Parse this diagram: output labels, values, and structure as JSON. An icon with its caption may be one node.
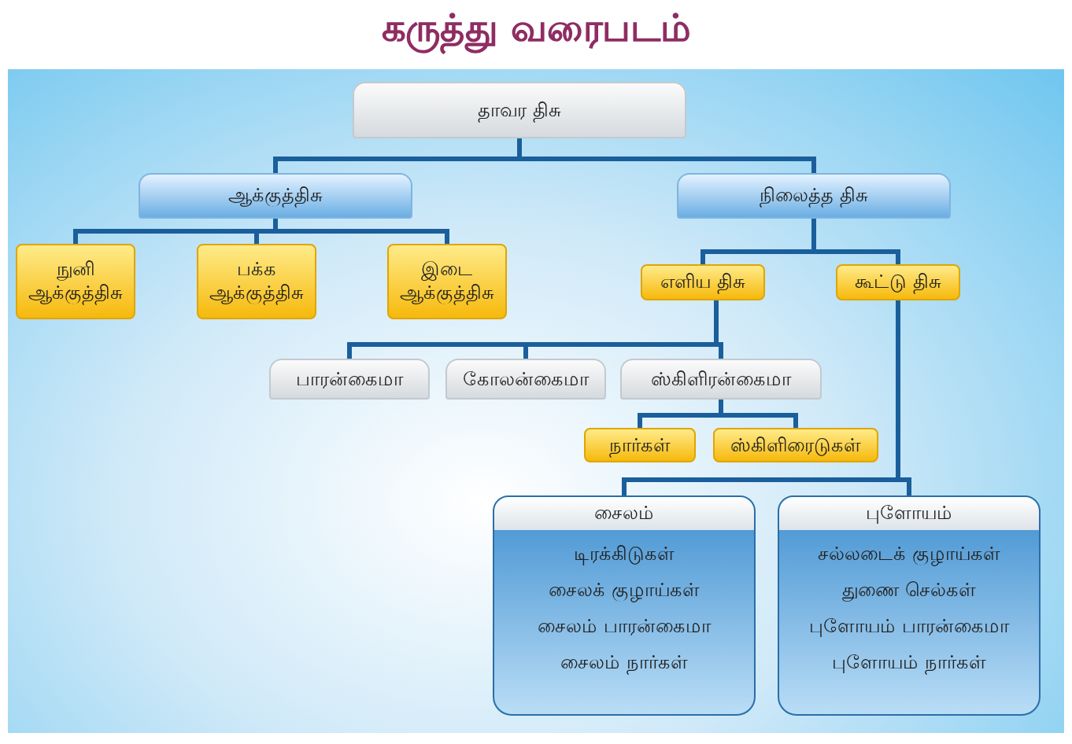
{
  "diagram": {
    "title": "கருத்து வரைபடம்",
    "nodes": [
      {
        "text": [
          "தாவர திசு"
        ]
      },
      {
        "text": [
          "ஆக்குத்திசு"
        ]
      },
      {
        "text": [
          "நிலைத்த திசு"
        ]
      },
      {
        "text": [
          "நுனி ஆக்குத்திசு"
        ]
      },
      {
        "text": [
          "பக்க ஆக்குத்திசு"
        ]
      },
      {
        "text": [
          "இடை ஆக்குத்திசு"
        ]
      },
      {
        "text": [
          "எளிய திசு"
        ]
      },
      {
        "text": [
          "கூட்டு திசு"
        ]
      },
      {
        "text": [
          "பாரன்கைமா"
        ]
      },
      {
        "text": [
          "கோலன்கைமா"
        ]
      },
      {
        "text": [
          "ஸ்கிளிரன்கைமா"
        ]
      },
      {
        "text": [
          "நார்கள்"
        ]
      },
      {
        "text": [
          "ஸ்கிளிரைடுகள்"
        ]
      },
      {
        "text": [
          "சைலம்",
          "டிரக்கிடுகள்",
          "சைலக் குழாய்கள்",
          "சைலம் பாரன்கைமா",
          "சைலம் நார்கள்"
        ]
      },
      {
        "text": [
          "புளோயம்",
          "சல்லடைக் குழாய்கள்",
          "துணை செல்கள்",
          "புளோயம் பாரன்கைமா",
          "புளோயம் நார்கள்"
        ]
      }
    ],
    "edges": [
      {
        "from": 0,
        "to": 1,
        "arrow": "none"
      },
      {
        "from": 0,
        "to": 2,
        "arrow": "none"
      },
      {
        "from": 1,
        "to": 3,
        "arrow": "none"
      },
      {
        "from": 1,
        "to": 4,
        "arrow": "none"
      },
      {
        "from": 1,
        "to": 5,
        "arrow": "none"
      },
      {
        "from": 2,
        "to": 6,
        "arrow": "none"
      },
      {
        "from": 2,
        "to": 7,
        "arrow": "none"
      },
      {
        "from": 6,
        "to": 8,
        "arrow": "none"
      },
      {
        "from": 6,
        "to": 9,
        "arrow": "none"
      },
      {
        "from": 6,
        "to": 10,
        "arrow": "none"
      },
      {
        "from": 10,
        "to": 11,
        "arrow": "none"
      },
      {
        "from": 10,
        "to": 12,
        "arrow": "none"
      },
      {
        "from": 7,
        "to": 13,
        "arrow": "none"
      },
      {
        "from": 7,
        "to": 14,
        "arrow": "none"
      }
    ]
  }
}
